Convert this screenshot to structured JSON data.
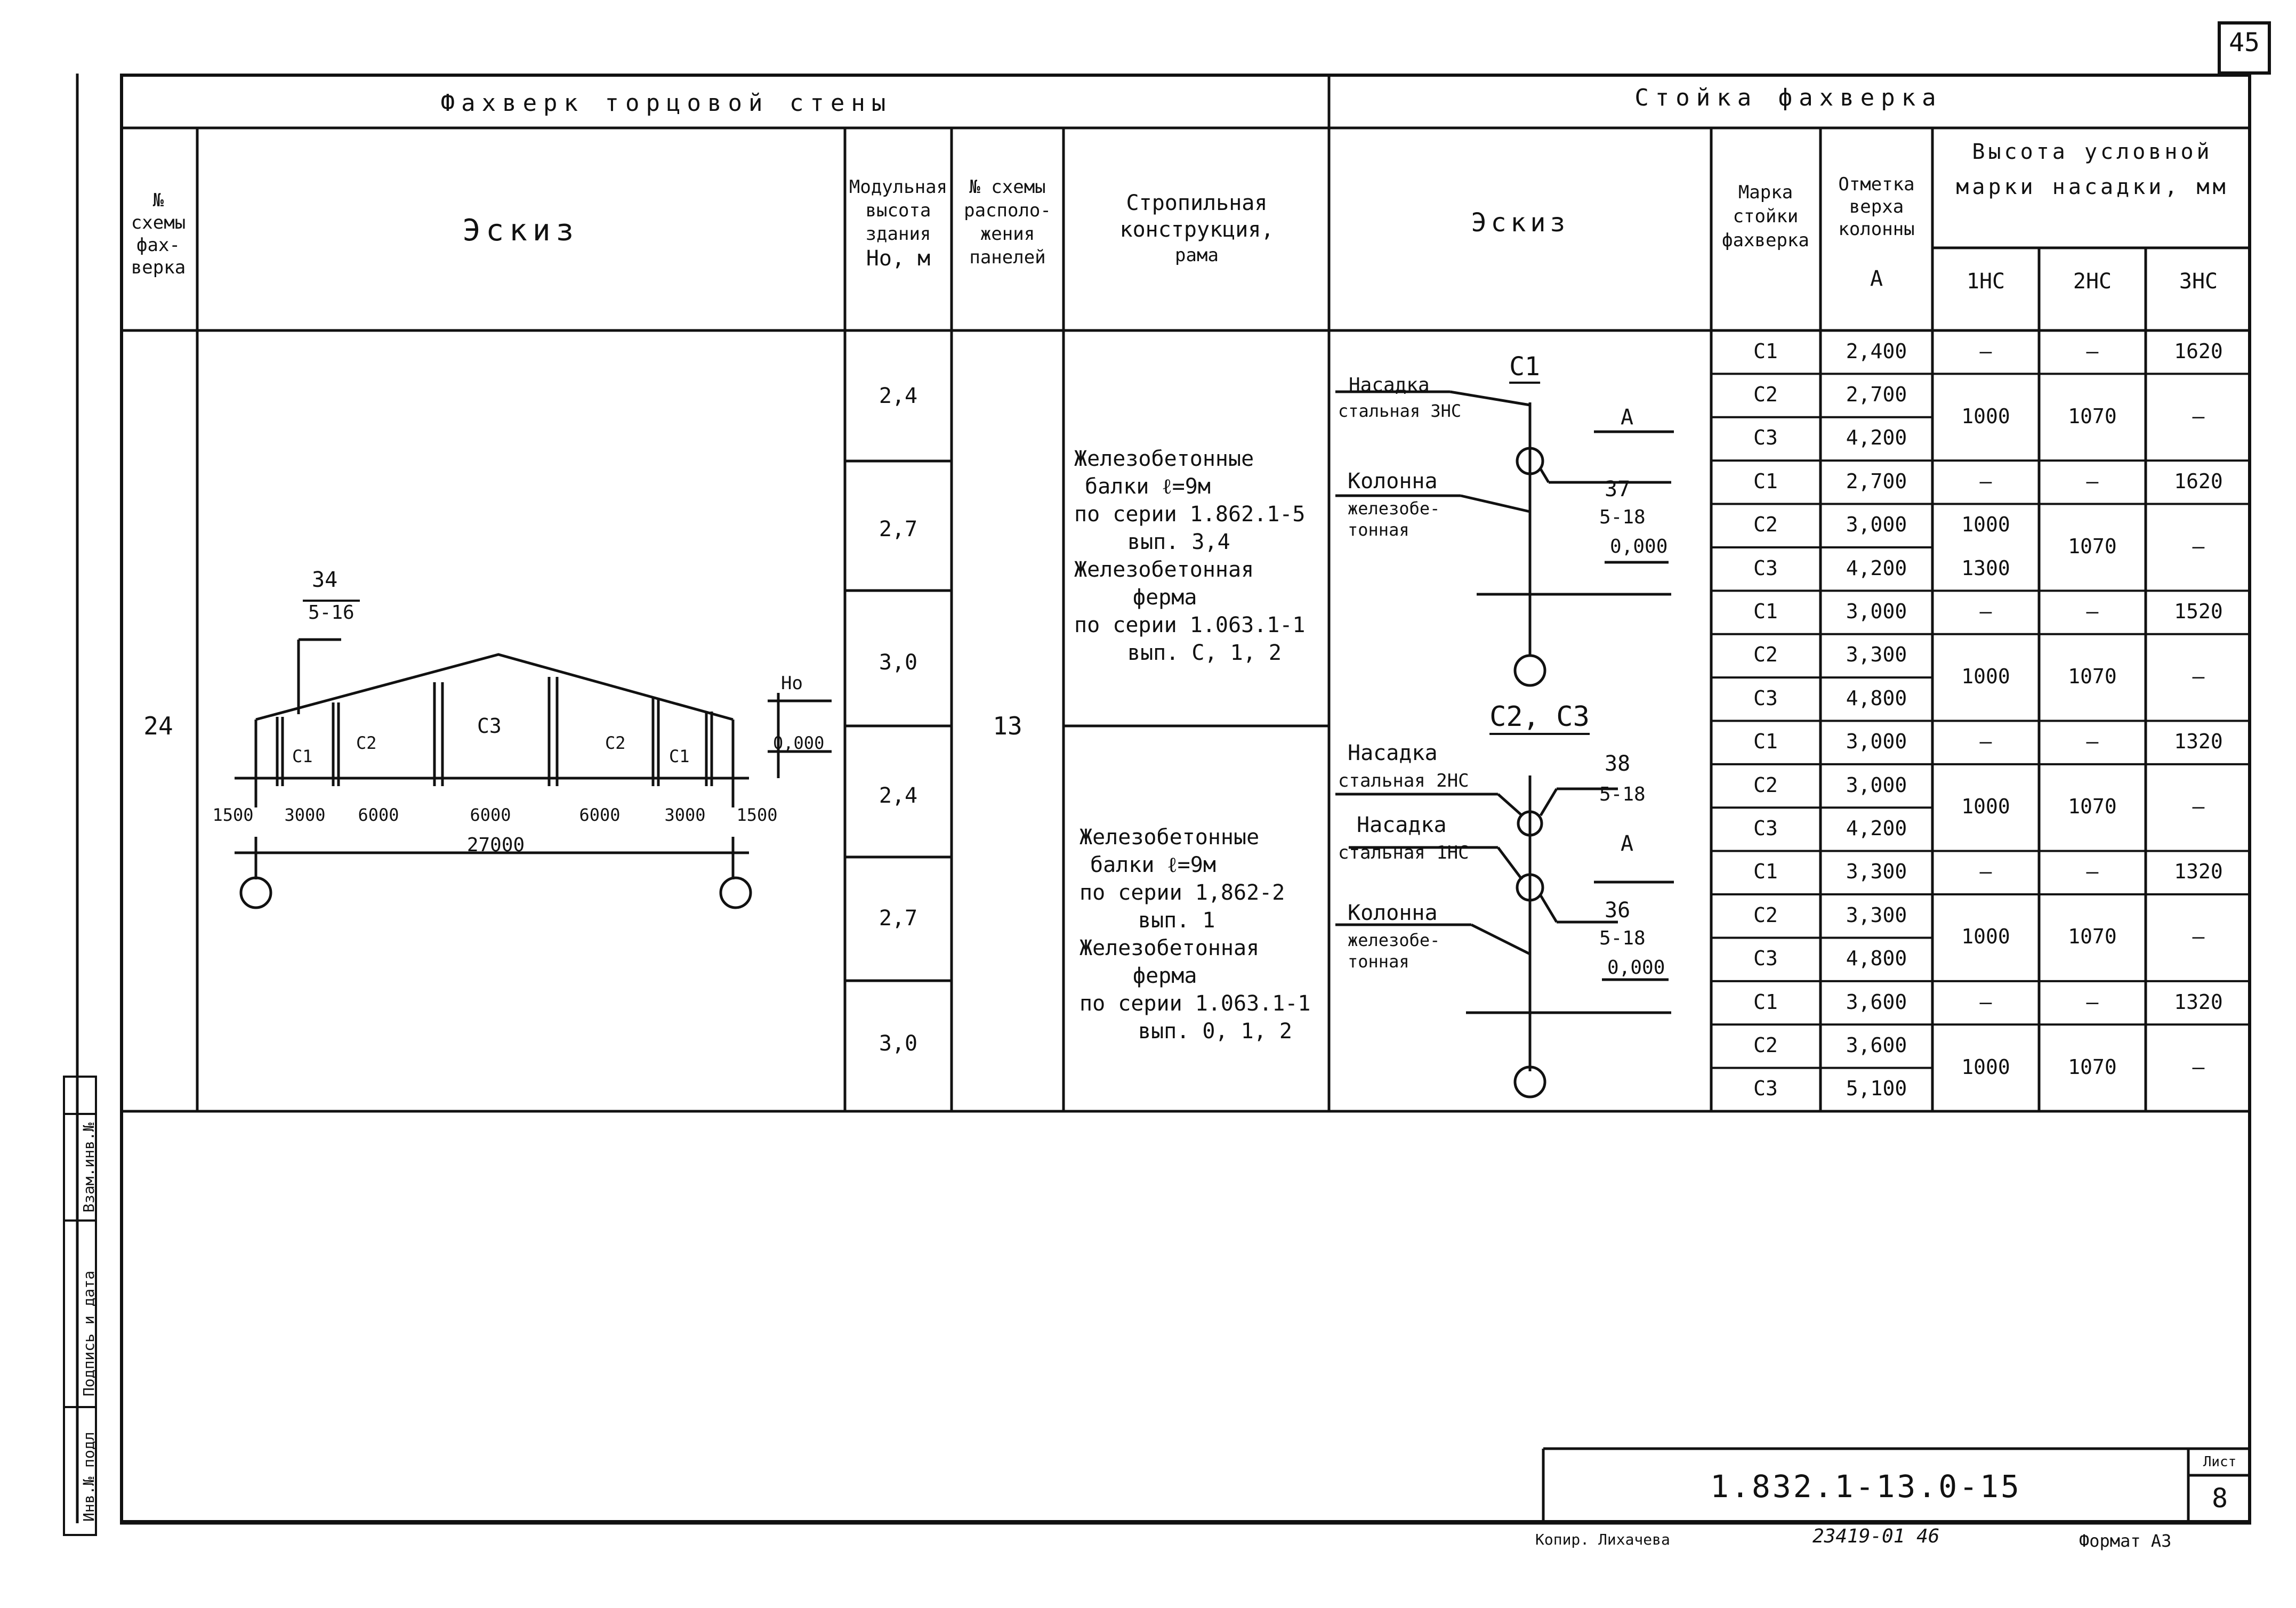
{
  "sheet_corner_number": "45",
  "left_block": {
    "title": "Фахверк торцовой стены",
    "headers": {
      "scheme_no": [
        "№",
        "схемы",
        "фах-",
        "верка"
      ],
      "sketch": "Эскиз",
      "height": [
        "Модульная",
        "высота",
        "здания",
        "Но, м"
      ],
      "panel_scheme": [
        "№ схемы",
        "располо-",
        "жения",
        "панелей"
      ],
      "roof": [
        "Стропильная",
        "конструкция,",
        "рама"
      ]
    },
    "row": {
      "scheme_no": "24",
      "heights": [
        "2,4",
        "2,7",
        "3,0",
        "2,4",
        "2,7",
        "3,0"
      ],
      "panel_scheme": "13",
      "roof_top": [
        "Железобетонные",
        "балки  ℓ=9м",
        "по серии 1.862.1-5",
        "вып. 3,4",
        "Железобетонная",
        "ферма",
        "по серии  1.063.1-1",
        "вып. С, 1, 2"
      ],
      "roof_bottom": [
        "Железобетонные",
        "балки  ℓ=9м",
        "по серии 1,862-2",
        "вып. 1",
        "Железобетонная",
        "ферма",
        "по серии 1.063.1-1",
        "вып. 0, 1, 2"
      ]
    },
    "sketch_labels": {
      "node_num": "34",
      "node_sheet": "5-16",
      "h0": "Но",
      "level": "0,000",
      "posts": [
        "С1",
        "С2",
        "С3",
        "С2",
        "С1"
      ],
      "spans": [
        "1500",
        "3000",
        "6000",
        "6000",
        "6000",
        "3000",
        "1500"
      ],
      "total": "27000"
    }
  },
  "right_block": {
    "title": "Стойка фахверка",
    "headers": {
      "sketch": "Эскиз",
      "mark": [
        "Марка",
        "стойки",
        "фахверка"
      ],
      "top_level": [
        "Отметка",
        "верха",
        "колонны",
        "А"
      ],
      "cap_height": [
        "Высота условной",
        "марки насадки, мм"
      ],
      "cap_cols": [
        "1НС",
        "2НС",
        "3НС"
      ]
    },
    "rows": [
      {
        "mark": "С1",
        "level": "2,400",
        "c1": "—",
        "c2": "—",
        "c3": "1620"
      },
      {
        "mark": "С2",
        "level": "2,700",
        "c1": "1000",
        "c2": "1070",
        "c3": "—"
      },
      {
        "mark": "С3",
        "level": "4,200",
        "c1": "",
        "c2": "",
        "c3": ""
      },
      {
        "mark": "С1",
        "level": "2,700",
        "c1": "—",
        "c2": "—",
        "c3": "1620"
      },
      {
        "mark": "С2",
        "level": "3,000",
        "c1": "1000",
        "c2": "1070",
        "c3": "—"
      },
      {
        "mark": "С3",
        "level": "4,200",
        "c1": "1300",
        "c2": "",
        "c3": ""
      },
      {
        "mark": "С1",
        "level": "3,000",
        "c1": "—",
        "c2": "—",
        "c3": "1520"
      },
      {
        "mark": "С2",
        "level": "3,300",
        "c1": "1000",
        "c2": "1070",
        "c3": "—"
      },
      {
        "mark": "С3",
        "level": "4,800",
        "c1": "",
        "c2": "",
        "c3": ""
      },
      {
        "mark": "С1",
        "level": "3,000",
        "c1": "—",
        "c2": "—",
        "c3": "1320"
      },
      {
        "mark": "С2",
        "level": "3,000",
        "c1": "1000",
        "c2": "1070",
        "c3": "—"
      },
      {
        "mark": "С3",
        "level": "4,200",
        "c1": "",
        "c2": "",
        "c3": ""
      },
      {
        "mark": "С1",
        "level": "3,300",
        "c1": "—",
        "c2": "—",
        "c3": "1320"
      },
      {
        "mark": "С2",
        "level": "3,300",
        "c1": "1000",
        "c2": "1070",
        "c3": "—"
      },
      {
        "mark": "С3",
        "level": "4,800",
        "c1": "",
        "c2": "",
        "c3": ""
      },
      {
        "mark": "С1",
        "level": "3,600",
        "c1": "—",
        "c2": "—",
        "c3": "1320"
      },
      {
        "mark": "С2",
        "level": "3,600",
        "c1": "1000",
        "c2": "1070",
        "c3": "—"
      },
      {
        "mark": "С3",
        "level": "5,100",
        "c1": "",
        "c2": "",
        "c3": ""
      }
    ],
    "sketch_labels": {
      "c1_title": "С1",
      "c23_title": "С2, С3",
      "cap3": [
        "Насадка",
        "стальная 3НС"
      ],
      "cap2": [
        "Насадка",
        "стальная 2НС"
      ],
      "cap1": [
        "Насадка",
        "стальная 1НС"
      ],
      "column": [
        "Колонна",
        "железобе-",
        "тонная"
      ],
      "a": "А",
      "n37": "37",
      "n38": "38",
      "n36": "36",
      "sheet518": "5-18",
      "level": "0,000"
    }
  },
  "side_stamp": [
    "Инв.№ подл",
    "Подпись и дата",
    "Взам.инв.№"
  ],
  "title_block": {
    "code": "1.832.1-13.0-15",
    "sheet_label": "Лист",
    "sheet": "8"
  },
  "footer": {
    "copied": "Копир. Лихачева",
    "order": "23419-01  46",
    "format": "Формат А3"
  }
}
